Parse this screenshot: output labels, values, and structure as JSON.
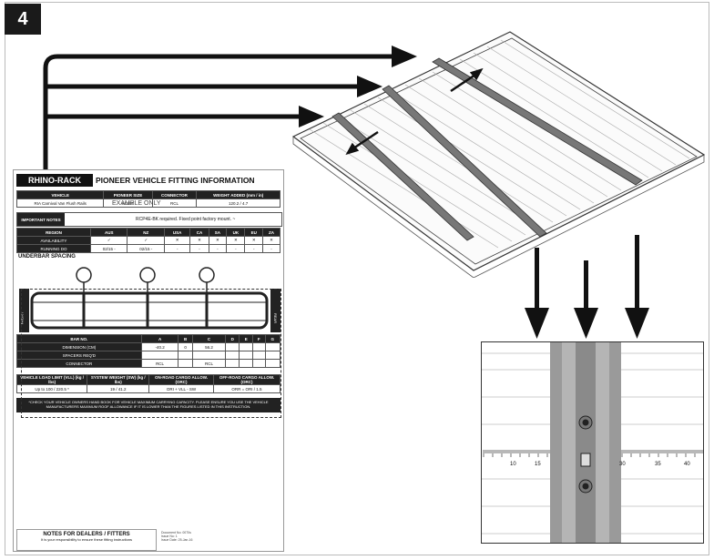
{
  "step": {
    "number": "4"
  },
  "sheet": {
    "brand": "RHINO-RACK",
    "title": "PIONEER VEHICLE FITTING INFORMATION",
    "vehicle_header": [
      "VEHICLE",
      "PIONEER SIZE",
      "CONNECTOR",
      "WEIGHT ADDED (mm / in)"
    ],
    "vehicle_row": [
      "RIA Carnival Van Flush Rails",
      "SC155",
      "RCL",
      "120.2 / 4.7"
    ],
    "watermark": "EXAMPLE ONLY",
    "important_notes_label": "IMPORTANT NOTES",
    "important_notes_text": "RCP4E-BK required. Fixed point factory mount. ~",
    "region_header": [
      "REGION",
      "AUS",
      "NZ",
      "USA",
      "CA",
      "SA",
      "UK",
      "EU",
      "ZA"
    ],
    "availability_label": "AVAILABILITY",
    "availability_values": [
      "✓",
      "✓",
      "✕",
      "✕",
      "✕",
      "✕",
      "✕",
      "✕"
    ],
    "running_label": "RUNNING DO",
    "running_values": [
      "02/15 -",
      "02/15 -",
      "-",
      "-",
      "-",
      "-",
      "-",
      "-"
    ],
    "underbar_label": "UNDERBAR SPACING",
    "minus": "-",
    "plus": "+",
    "front": "FRONT",
    "rear": "REAR",
    "bar_header": [
      "BAR NO.",
      "A",
      "B",
      "C",
      "D",
      "E",
      "F",
      "G"
    ],
    "dimension_label": "DIMENSION (CM)",
    "dimension_values": [
      "-40.2",
      "0",
      "56.2",
      "",
      "",
      "",
      ""
    ],
    "spacers_label": "SPACERS REQ'D",
    "connector_label": "CONNECTOR",
    "connector_values": [
      "RCL",
      "",
      "RCL",
      "",
      "",
      "",
      ""
    ],
    "load_header": [
      "VEHICLE LOAD LIMIT (VLL) (kg / lbs)",
      "SYSTEM WEIGHT (SW) (kg / lbs)",
      "ON-ROAD CARGO ALLOW. (ORC)",
      "OFF-ROAD CARGO ALLOW. (ORC)"
    ],
    "load_values": [
      "Up to 100 / 220.5 *",
      "19 / 41.2",
      "ORI + VLL - SW",
      "ORR = ORI / 1.5"
    ],
    "warning": "*CHECK YOUR VEHICLE OWNERS HAND BOOK FOR VEHICLE MAXIMUM CARRYING CAPACITY. PLEASE ENSURE YOU USE THE VEHICLE MANUFACTURERS MAXIMUM ROOF ALLOWANCE IF IT IS LOWER THAN THE FIGURES LISTED IN THIS INSTRUCTION.",
    "notes_title": "NOTES FOR DEALERS / FITTERS",
    "notes_text": "It is your responsibility to ensure these fitting instructions",
    "doc_meta": [
      "Document No: 0070s",
      "Issue No: 1",
      "Issue Date: 25-Jan-16"
    ]
  },
  "zoom_view": {
    "scale_labels": [
      "10",
      "15",
      "30",
      "35",
      "40"
    ]
  }
}
